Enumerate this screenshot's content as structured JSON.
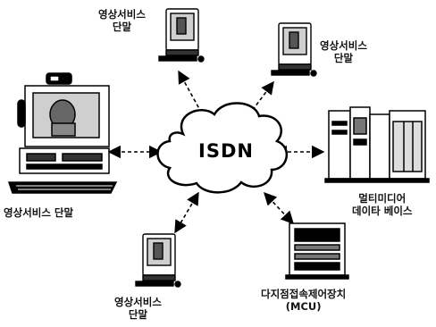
{
  "network": {
    "label": "ISDN"
  },
  "nodes": {
    "top_left": {
      "line1": "영상서비스",
      "line2": "단말"
    },
    "top_right": {
      "line1": "영상서비스",
      "line2": "단말"
    },
    "left": {
      "line1": "영상서비스 단말"
    },
    "bottom_left": {
      "line1": "영상서비스",
      "line2": "단말"
    },
    "right": {
      "line1": "멀티미디어",
      "line2": "데이타 베이스"
    },
    "bottom_right": {
      "line1": "다지점접속제어장치",
      "line2": "(MCU)"
    }
  },
  "colors": {
    "ink": "#000000",
    "background": "#ffffff",
    "screen": "#cfcfcf"
  }
}
